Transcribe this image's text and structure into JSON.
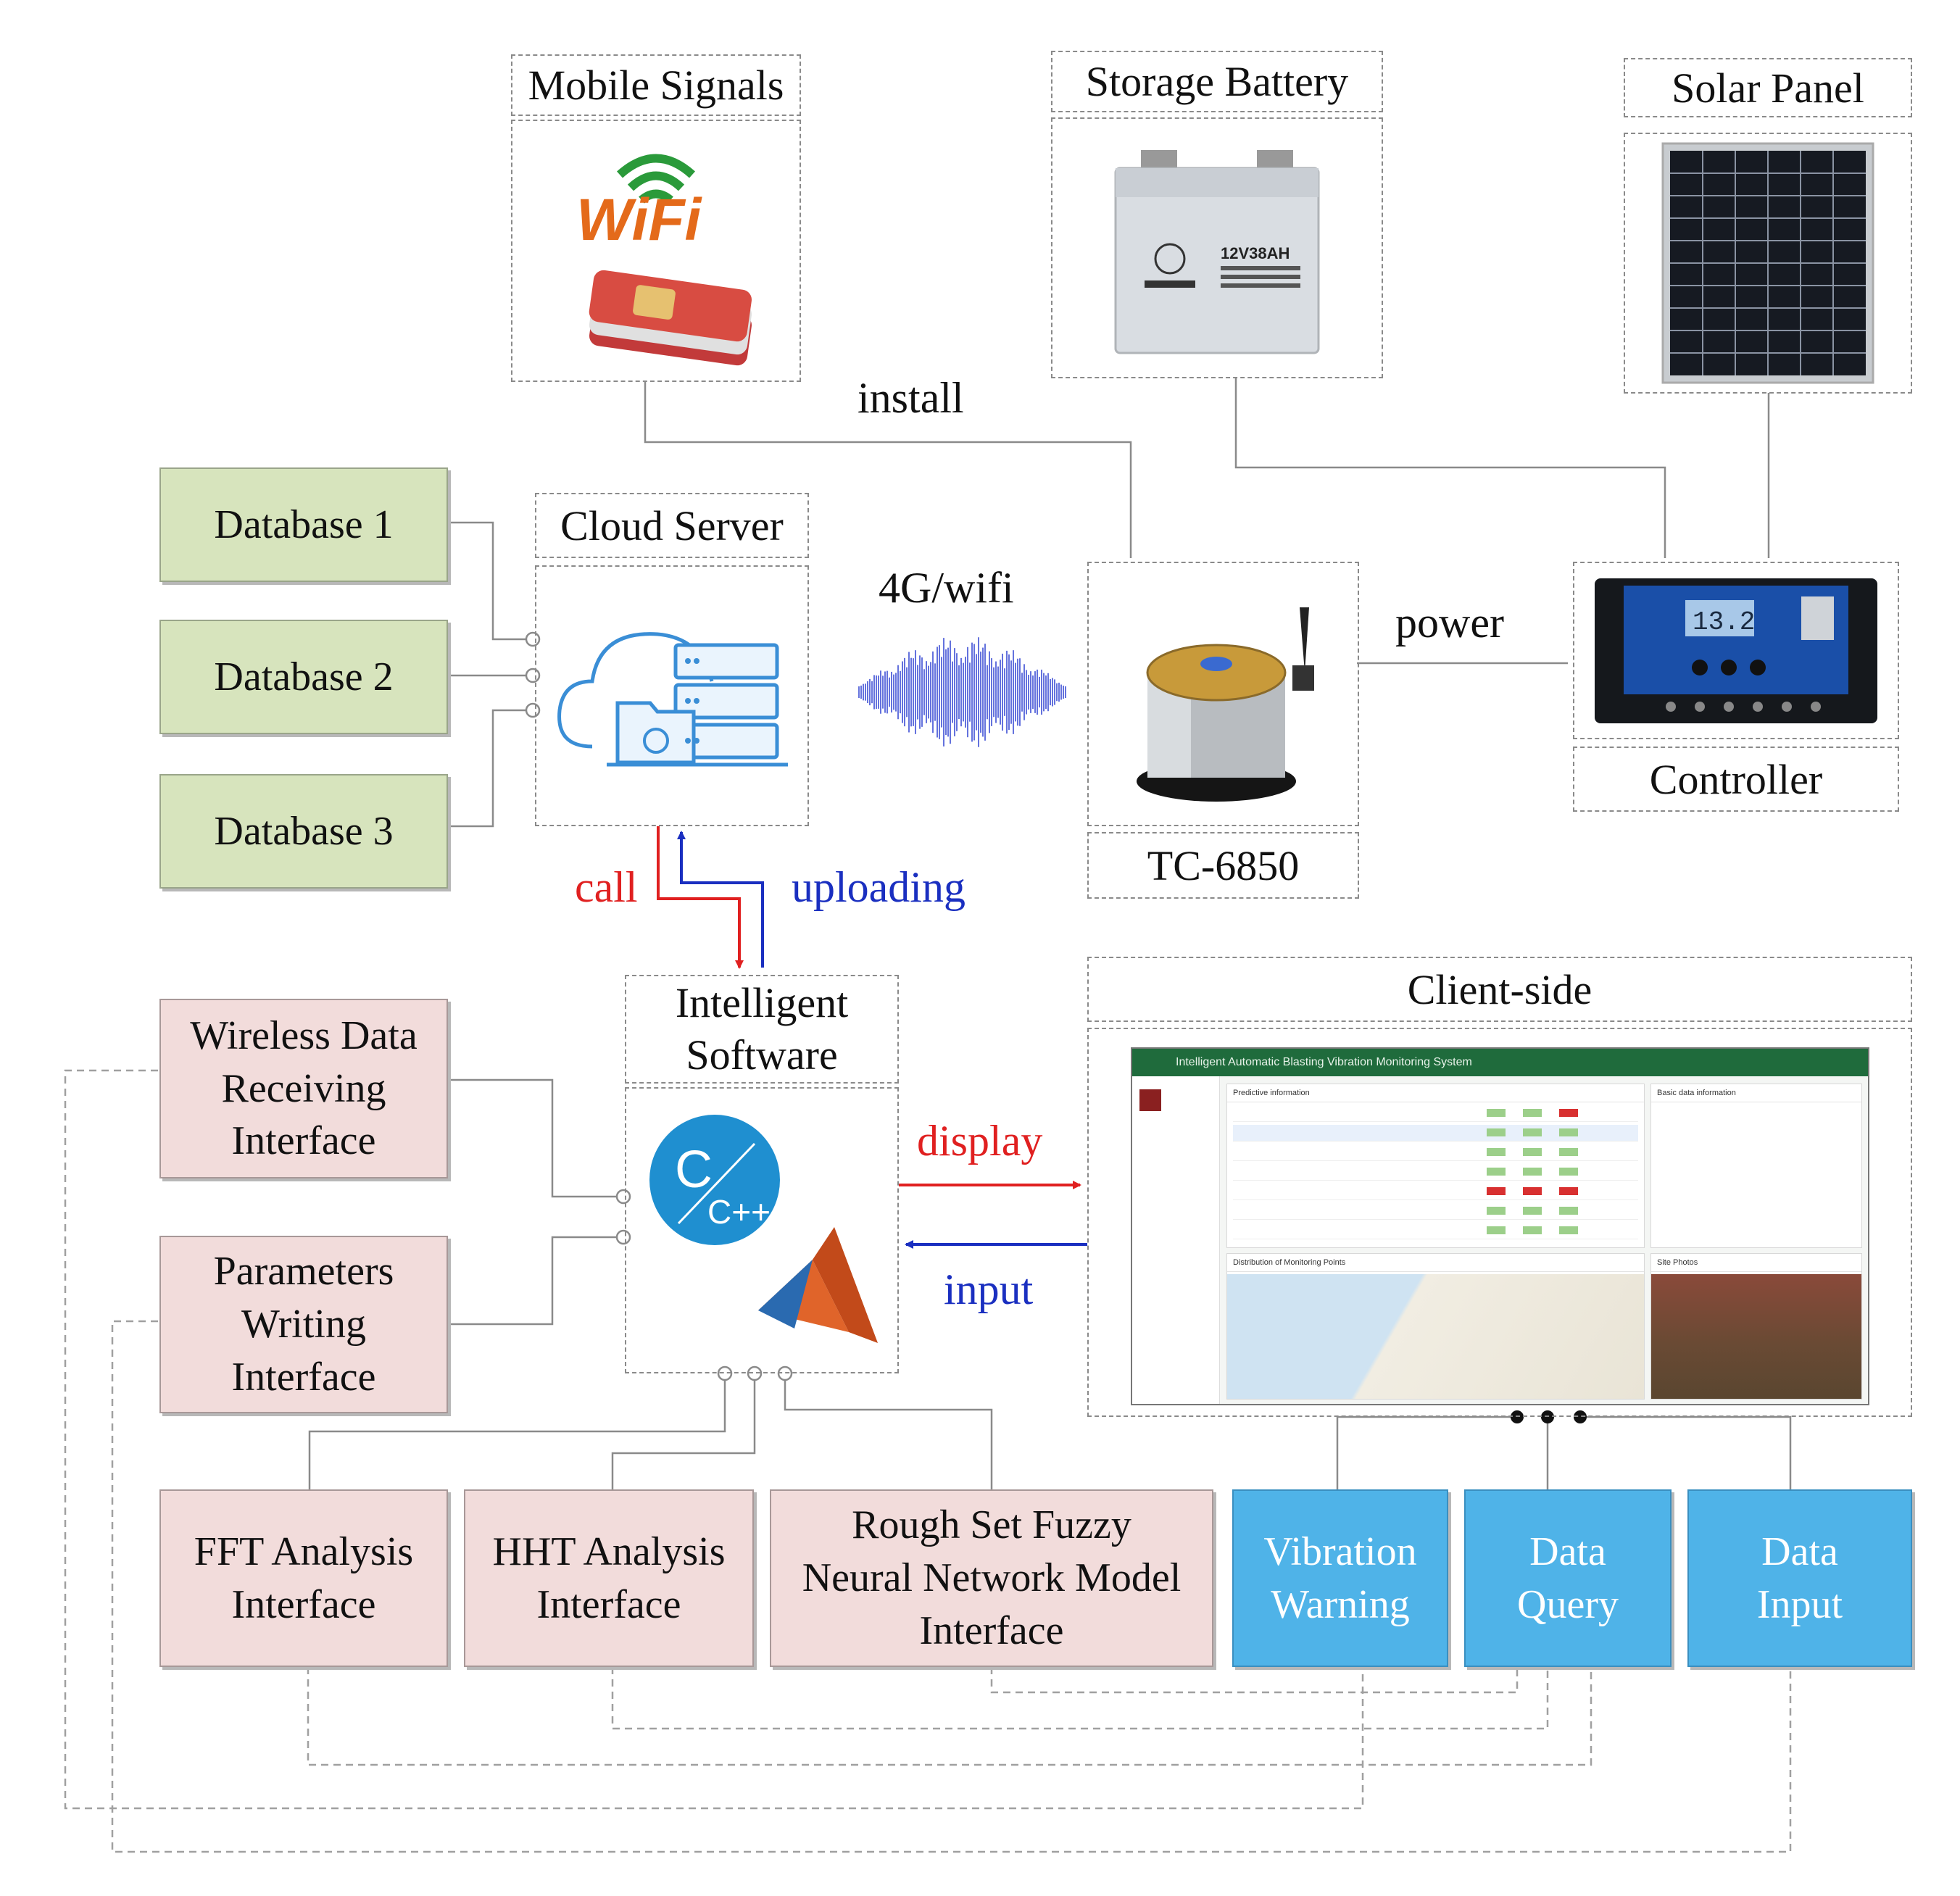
{
  "boxes": {
    "mobile_signals": "Mobile Signals",
    "storage_battery": "Storage Battery",
    "solar_panel": "Solar Panel",
    "cloud_server": "Cloud Server",
    "tc6850": "TC-6850",
    "controller": "Controller",
    "intelligent_software": "Intelligent\nSoftware",
    "client_side": "Client-side"
  },
  "databases": [
    "Database 1",
    "Database 2",
    "Database 3"
  ],
  "interfaces_left": [
    "Wireless Data\nReceiving\nInterface",
    "Parameters\nWriting\nInterface"
  ],
  "interfaces_bottom": [
    "FFT Analysis\nInterface",
    "HHT Analysis\nInterface",
    "Rough Set Fuzzy\nNeural Network Model\nInterface"
  ],
  "client_functions": [
    "Vibration\nWarning",
    "Data\nQuery",
    "Data\nInput"
  ],
  "edge_labels": {
    "install": "install",
    "wireless": "4G/wifi",
    "power": "power",
    "call": "call",
    "uploading": "uploading",
    "display": "display",
    "input": "input"
  },
  "icons": {
    "wifi": "wifi-logo",
    "sim": "sim-cards",
    "battery": "battery-photo",
    "solar": "solar-panel-photo",
    "cloud": "cloud-server-icon",
    "sensor": "sensor-device-photo",
    "controller": "charge-controller-photo",
    "cpp": "cpp-logo",
    "matlab": "matlab-logo",
    "wave": "signal-waveform"
  },
  "wifi_text": "WiFi",
  "cpp_text": [
    "C",
    "C++"
  ],
  "controller_readout": "13.2",
  "battery_text": "12V38AH",
  "client_screen": {
    "title": "Intelligent Automatic Blasting Vibration Monitoring System",
    "panel_predictive": "Predictive information",
    "panel_basic": "Basic data information",
    "panel_distribution": "Distribution of Monitoring Points",
    "panel_photos": "Site Photos"
  },
  "colors": {
    "call": "#e02020",
    "uploading": "#1a2fc0",
    "display": "#e02020",
    "input": "#1a2fc0",
    "database_fill": "#d7e4bd",
    "interface_fill": "#f2dcdb",
    "client_function_fill": "#4fb3e8"
  }
}
